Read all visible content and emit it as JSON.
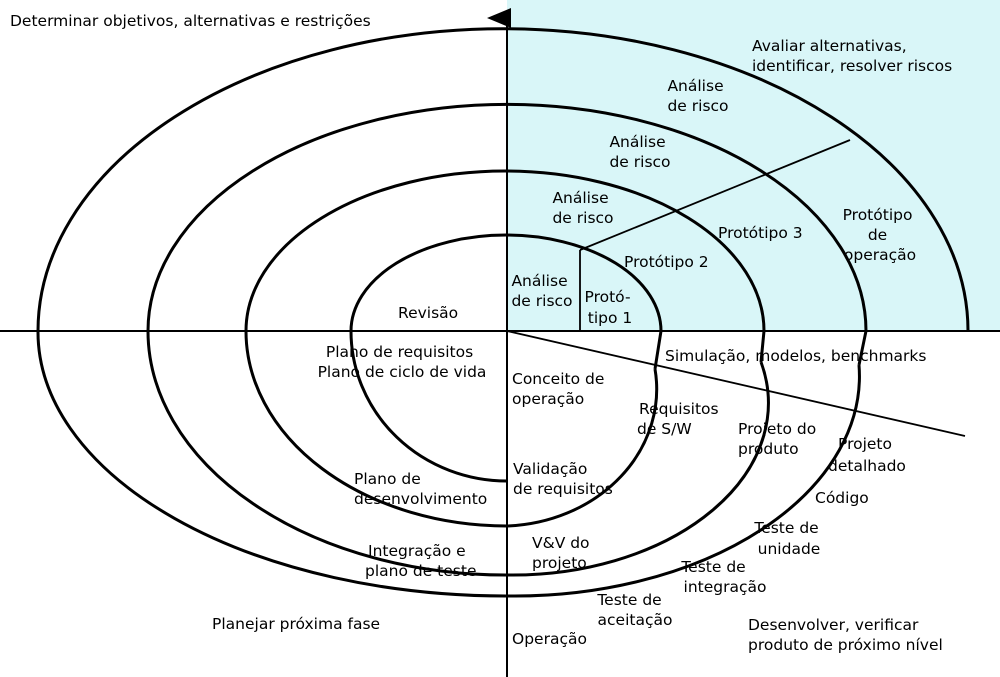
{
  "quadrants": {
    "top_left": "Determinar objetivos, alternativas e restrições",
    "top_right": [
      "Avaliar alternativas,",
      "identificar, resolver riscos"
    ],
    "bottom_left": "Planejar próxima fase",
    "bottom_right": [
      "Desenvolver, verificar",
      "produto de próximo nível"
    ]
  },
  "risk_analysis": {
    "outer": [
      "Análise",
      "de risco"
    ],
    "third": [
      "Análise",
      "de risco"
    ],
    "second": [
      "Análise",
      "de risco"
    ],
    "inner": [
      "Análise",
      "de risco"
    ]
  },
  "prototypes": {
    "p1": [
      "Protó-",
      "tipo 1"
    ],
    "p2": "Protótipo 2",
    "p3": "Protótipo 3",
    "operation": [
      "Protótipo",
      "de",
      "operação"
    ]
  },
  "planning": {
    "review": "Revisão",
    "requirements_plan": [
      "Plano de requisitos",
      "Plano de ciclo de vida"
    ],
    "dev_plan": [
      "Plano de",
      "desenvolvimento"
    ],
    "integration_plan": [
      "Integração e",
      "plano de teste"
    ]
  },
  "development": {
    "simulation": "Simulação, modelos, benchmarks",
    "concept": [
      "Conceito de",
      "operação"
    ],
    "sw_requirements": [
      "Requisitos",
      "de S/W"
    ],
    "product_design": [
      "Projeto do",
      "produto"
    ],
    "detailed_design": [
      "Projeto",
      "detalhado"
    ],
    "code": "Código",
    "req_validation": [
      "Validação",
      "de requisitos"
    ],
    "design_vv": [
      "V&V do",
      "projeto"
    ],
    "unit_test": [
      "Teste de",
      "unidade"
    ],
    "integration_test": [
      "Teste de",
      "integração"
    ],
    "acceptance_test": [
      "Teste de",
      "aceitação"
    ],
    "operation": "Operação"
  },
  "colors": {
    "risk_quadrant": "#d9f6f8",
    "line": "#000000"
  }
}
